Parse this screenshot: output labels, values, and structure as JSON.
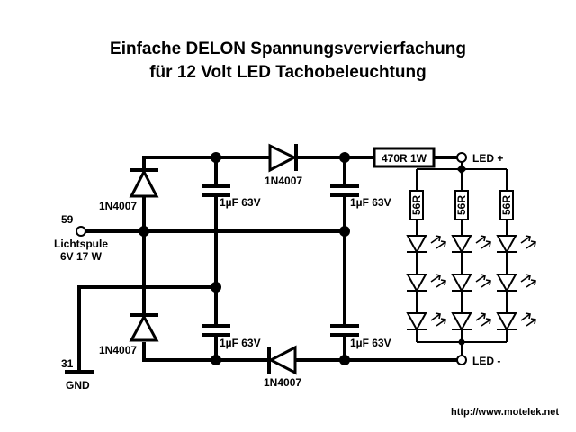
{
  "title": {
    "line1": "Einfache DELON Spannungsvervierfachung",
    "line2": "für 12 Volt LED Tachobeleuchtung"
  },
  "colors": {
    "ink": "#000000",
    "background": "#ffffff"
  },
  "terminals": {
    "input": {
      "number": "59",
      "name": "Lichtspule",
      "rating": "6V 17 W"
    },
    "ground": {
      "number": "31",
      "name": "GND"
    },
    "led_plus": "LED +",
    "led_minus": "LED -"
  },
  "components": {
    "diode_top_left": "1N4007",
    "diode_bottom_left": "1N4007",
    "diode_top_series": "1N4007",
    "diode_bottom_series": "1N4007",
    "cap_top_left": "1µF 63V",
    "cap_top_right": "1µF 63V",
    "cap_bottom_left": "1µF 63V",
    "cap_bottom_right": "1µF 63V",
    "series_resistor": "470R 1W",
    "led_resistors": [
      "56R",
      "56R",
      "56R"
    ]
  },
  "led_array": {
    "strings": 3,
    "leds_per_string": 3
  },
  "footer": {
    "url": "http://www.motelek.net"
  }
}
